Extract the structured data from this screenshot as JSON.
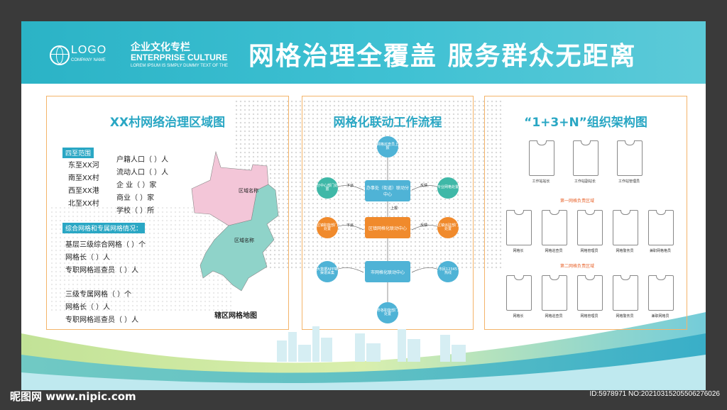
{
  "header": {
    "logo": "LOGO",
    "logo_sub": "COMPANY NAME",
    "corp_cn": "企业文化专栏",
    "corp_en": "ENTERPRISE CULTURE",
    "corp_dummy": "LOREM IPSUM IS SIMPLY DUMMY TEXT OF THE",
    "slogan": "网格治理全覆盖  服务群众无距离"
  },
  "panel1": {
    "title": "XX村网络治理区域图",
    "scope_badge": "四至范围",
    "scope": [
      "东至XX河",
      "南至XX村",
      "西至XX港",
      "北至XX村"
    ],
    "stats": [
      "户籍人口（    ）人",
      "流动人口（    ）人",
      "企  业（    ）家",
      "商业（      ）家",
      "学校（      ）所"
    ],
    "grid_badge": "综合网格和专属网格情况：",
    "grid_lines": [
      "基层三级综合网格（            ）个",
      "网格长（   ）人",
      "专职网格巡查员（ ）人"
    ],
    "special_lines": [
      "三级专属网格（            ）个",
      "网格长（  ）人",
      "专职网格巡查员（  ）人"
    ],
    "region1": "区域名称",
    "region2": "区域名称",
    "map_caption": "辖区网格地图"
  },
  "panel2": {
    "title": "网格化联动工作流程",
    "top_node": "网格巡查员上报",
    "center_top": "办事处（街道）联动分中心",
    "center_mid": "区镇网格化联动中心",
    "center_bottom": "市网格化联动中心",
    "left1": "分中心部门处置",
    "right1": "专业网格处置",
    "left2": "区镇职能部门处置",
    "right2": "区镇派驻部门处置",
    "left3": "大数据APP等渠道采集",
    "right3": "市民12345热线",
    "bottom_node": "市各职能部门处置",
    "small": [
      "下派",
      "反馈",
      "上报",
      "下派",
      "反馈"
    ]
  },
  "panel3": {
    "title": "“1+3+N”组织架构图",
    "top_labels": [
      "工作站站长",
      "工作站副站长",
      "工作站管理员"
    ],
    "section1": "第一网格负责区域",
    "section2": "第二网格负责区域",
    "row_labels": [
      "网格长",
      "网格巡查员",
      "网格管理员",
      "网格警务员",
      "兼职网格格员"
    ],
    "row2_labels": [
      "网格长",
      "网格巡查员",
      "网格管理员",
      "网格警务员",
      "兼职网格员"
    ]
  },
  "watermark": {
    "left": "昵图网 www.nipic.com",
    "right": "ID:5978971 NO:20210315205506276026"
  }
}
